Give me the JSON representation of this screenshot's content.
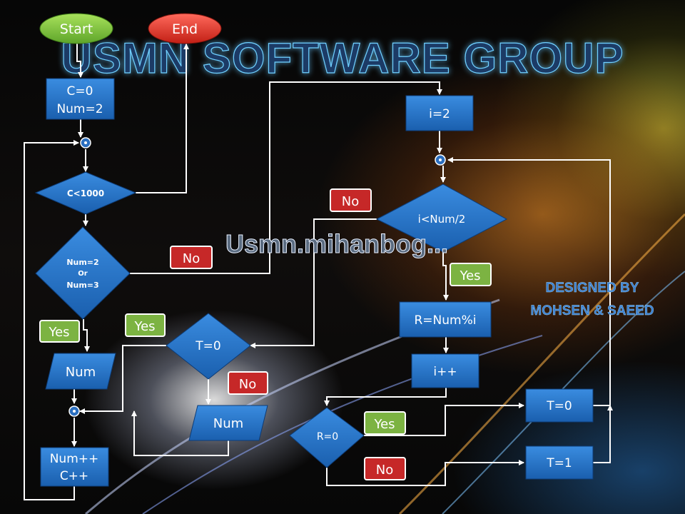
{
  "header": {
    "title": "USMN SOFTWARE GROUP",
    "website": "Usmn.mihanbog...",
    "credit_line1": "DESIGNED BY",
    "credit_line2": "MOHSEN & SAEED"
  },
  "nodes": {
    "start": "Start",
    "end": "End",
    "init_c": "C=0",
    "init_num": "Num=2",
    "cond_c": "C<1000",
    "cond_num_l1": "Num=2",
    "cond_num_l2": "Or",
    "cond_num_l3": "Num=3",
    "output_num_left": "Num",
    "increment_l1": "Num++",
    "increment_l2": "C++",
    "cond_t": "T=0",
    "output_num_mid": "Num",
    "set_i": "i=2",
    "cond_i": "i<Num/2",
    "calc_r": "R=Num%i",
    "inc_i": "i++",
    "cond_r": "R=0",
    "set_t0": "T=0",
    "set_t1": "T=1"
  },
  "badges": {
    "yes_num": "Yes",
    "no_num": "No",
    "yes_t": "Yes",
    "no_t": "No",
    "no_i": "No",
    "yes_i": "Yes",
    "yes_r": "Yes",
    "no_r": "No"
  },
  "colors": {
    "box_fill": "#1f6fc4",
    "box_stroke": "#0d3c77",
    "start_fill": "#7ec83a",
    "end_fill": "#e0352b",
    "yes_badge": "#7cb342",
    "no_badge": "#c62828",
    "arrow": "#ffffff"
  }
}
